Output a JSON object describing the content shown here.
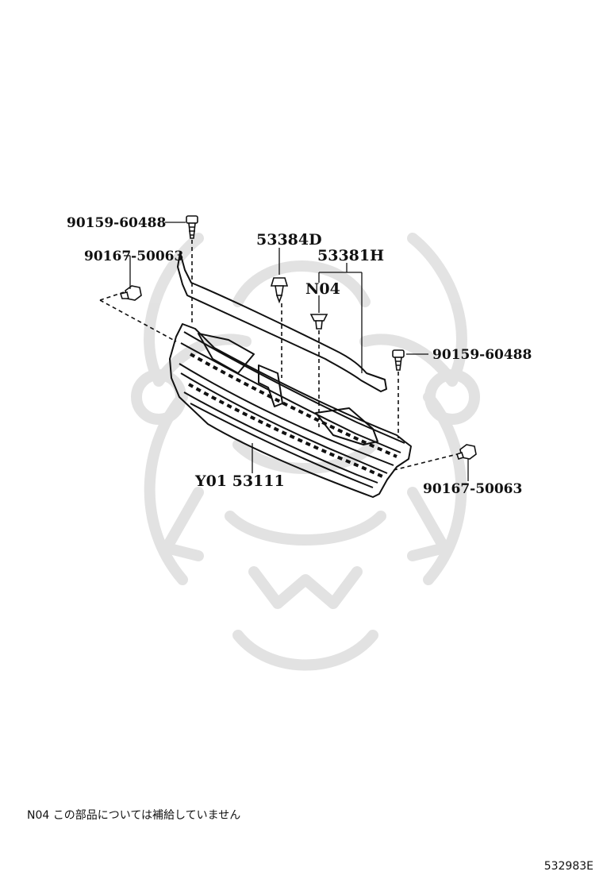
{
  "labels": {
    "bolt_top_left": "90159-60488",
    "clip_left": "90167-50063",
    "retainer_center": "53384D",
    "seal_group": "53381H",
    "not_supplied_part": "N04",
    "bolt_right": "90159-60488",
    "clip_right": "90167-50063",
    "grille": "Y01 53111"
  },
  "footnote": "N04 この部品については補給していません",
  "diagram_id": "532983E"
}
